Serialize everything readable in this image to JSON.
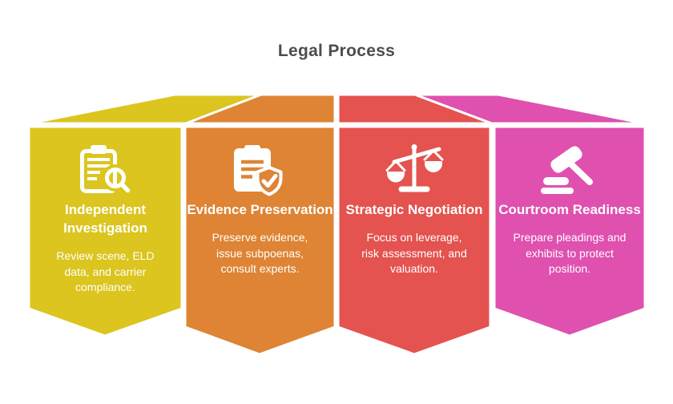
{
  "title": "Legal Process",
  "colors": {
    "background": "#ffffff",
    "title_text": "#4c4d4f",
    "card_text": "#ffffff",
    "outline": "#ffffff"
  },
  "cards": [
    {
      "heading": "Independent Investigation",
      "description": "Review scene, ELD data, and carrier compliance.",
      "color": "#dbc51e",
      "icon": "clipboard-search-icon"
    },
    {
      "heading": "Evidence Preservation",
      "description": "Preserve evidence, issue subpoenas, consult experts.",
      "color": "#de8434",
      "icon": "clipboard-shield-check-icon"
    },
    {
      "heading": "Strategic Negotiation",
      "description": "Focus on leverage, risk assessment, and valuation.",
      "color": "#e4534f",
      "icon": "scales-of-justice-icon"
    },
    {
      "heading": "Courtroom Readiness",
      "description": "Prepare pleadings and exhibits to protect position.",
      "color": "#df50af",
      "icon": "gavel-icon"
    }
  ]
}
